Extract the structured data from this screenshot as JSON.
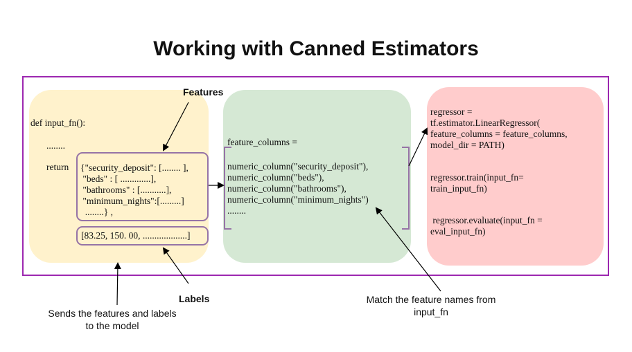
{
  "title": "Working with Canned Estimators",
  "input_fn": {
    "def_line": "def input_fn():",
    "dots_line": "........",
    "return_kw": "return",
    "features_lines": [
      "{\"security_deposit\": [........ ],",
      " \"beds\" : [ .............],",
      " \"bathrooms\" : [...........],",
      " \"minimum_nights\":[.........]",
      "  ........} ,"
    ],
    "labels_line": "[83.25, 150. 00, ...................]"
  },
  "feature_columns": {
    "header": "feature_columns =",
    "lines": [
      "numeric_column(\"security_deposit\"),",
      "numeric_column(\"beds\"),",
      "numeric_column(\"bathrooms\"),",
      "numeric_column(\"minimum_nights\")",
      "........"
    ]
  },
  "regressor": {
    "block1": [
      "regressor =",
      "tf.estimator.LinearRegressor(",
      "feature_columns = feature_columns,",
      "model_dir = PATH)"
    ],
    "block2": [
      "regressor.train(input_fn=",
      "train_input_fn)"
    ],
    "block3": [
      " regressor.evaluate(input_fn =",
      "eval_input_fn)"
    ]
  },
  "annotations": {
    "features": "Features",
    "labels": "Labels",
    "sends_note": [
      "Sends the features and labels",
      "to the model"
    ],
    "match_note": [
      "Match the feature names from",
      "input_fn"
    ]
  },
  "colors": {
    "frame": "#9c27b0",
    "inner_box": "#9673a6",
    "yellow_panel": "#fff2cc",
    "green_panel": "#d5e8d4",
    "red_panel": "#ffcccc"
  }
}
